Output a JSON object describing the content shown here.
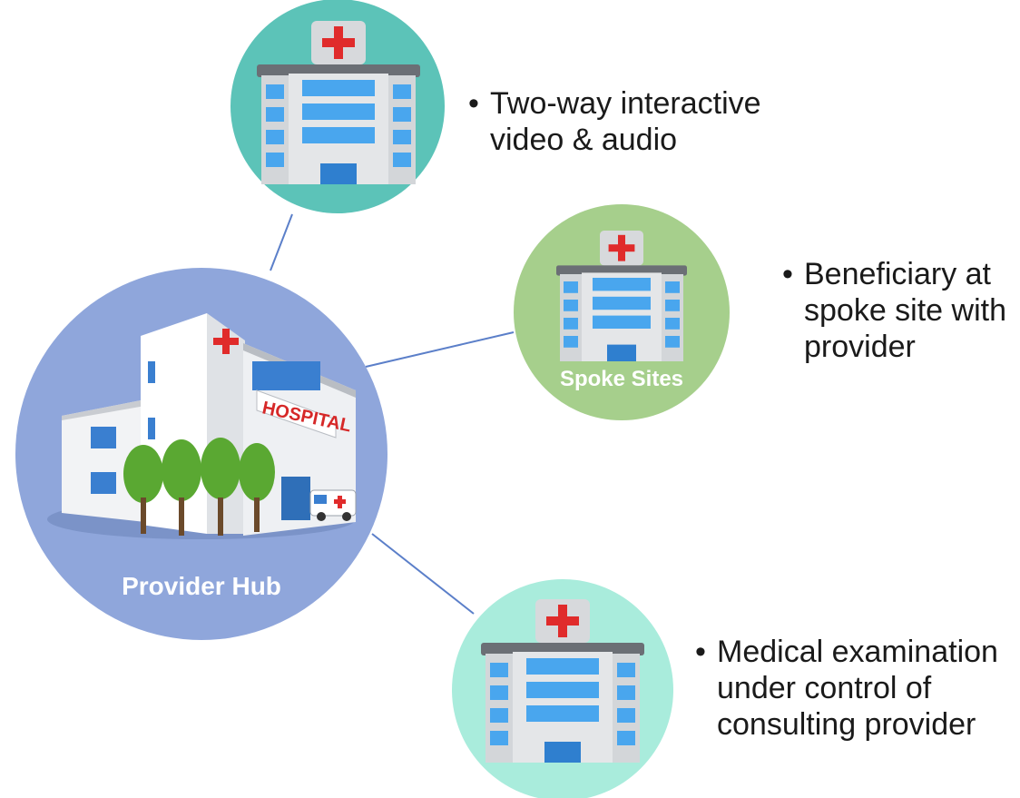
{
  "hub": {
    "label": "Provider Hub",
    "sign": "HOSPITAL",
    "color": "#8fa6db"
  },
  "spokes": [
    {
      "label": "",
      "color": "#5cc3b8",
      "bullet": "Two-way interactive\nvideo & audio"
    },
    {
      "label": "Spoke Sites",
      "color": "#a6cf8c",
      "bullet": "Beneficiary at\nspoke site with\nprovider"
    },
    {
      "label": "",
      "color": "#a9ecdc",
      "bullet": "Medical examination\nunder control of\nconsulting provider"
    }
  ],
  "bullet_symbol": "•",
  "colors": {
    "connector": "#5b7fc9",
    "cross": "#e02b2b",
    "window": "#49a6ee",
    "building": "#d3d6d9"
  }
}
